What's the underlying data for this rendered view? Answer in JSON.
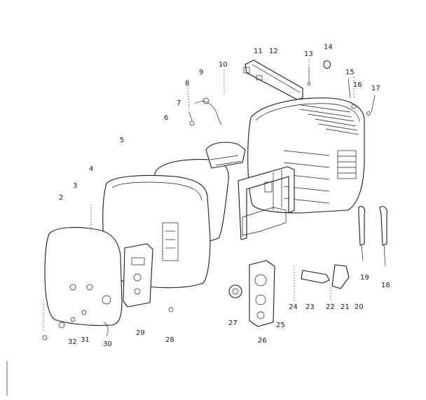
{
  "callouts": [
    {
      "id": "c2",
      "label": "2"
    },
    {
      "id": "c3",
      "label": "3"
    },
    {
      "id": "c4",
      "label": "4"
    },
    {
      "id": "c5",
      "label": "5"
    },
    {
      "id": "c6",
      "label": "6"
    },
    {
      "id": "c7",
      "label": "7"
    },
    {
      "id": "c8",
      "label": "8"
    },
    {
      "id": "c9",
      "label": "9"
    },
    {
      "id": "c10",
      "label": "10"
    },
    {
      "id": "c11",
      "label": "11"
    },
    {
      "id": "c12",
      "label": "12"
    },
    {
      "id": "c13",
      "label": "13"
    },
    {
      "id": "c14",
      "label": "14"
    },
    {
      "id": "c15",
      "label": "15"
    },
    {
      "id": "c16",
      "label": "16"
    },
    {
      "id": "c17",
      "label": "17"
    },
    {
      "id": "c18",
      "label": "18"
    },
    {
      "id": "c19",
      "label": "19"
    },
    {
      "id": "c20",
      "label": "20"
    },
    {
      "id": "c21",
      "label": "21"
    },
    {
      "id": "c22",
      "label": "22"
    },
    {
      "id": "c23",
      "label": "23"
    },
    {
      "id": "c24",
      "label": "24"
    },
    {
      "id": "c25",
      "label": "25"
    },
    {
      "id": "c26",
      "label": "26"
    },
    {
      "id": "c27",
      "label": "27"
    },
    {
      "id": "c28",
      "label": "28"
    },
    {
      "id": "c29",
      "label": "29"
    },
    {
      "id": "c30",
      "label": "30"
    },
    {
      "id": "c31",
      "label": "31"
    },
    {
      "id": "c32",
      "label": "32"
    }
  ]
}
